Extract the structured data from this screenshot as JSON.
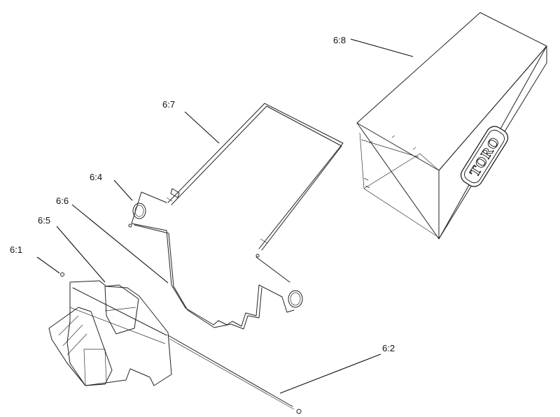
{
  "callouts": {
    "c61": "6:1",
    "c62": "6:2",
    "c64": "6:4",
    "c65": "6:5",
    "c66": "6:6",
    "c67": "6:7",
    "c68": "6:8"
  },
  "logo": {
    "text": "TORO"
  },
  "colors": {
    "line": "#222222",
    "background": "#ffffff"
  }
}
